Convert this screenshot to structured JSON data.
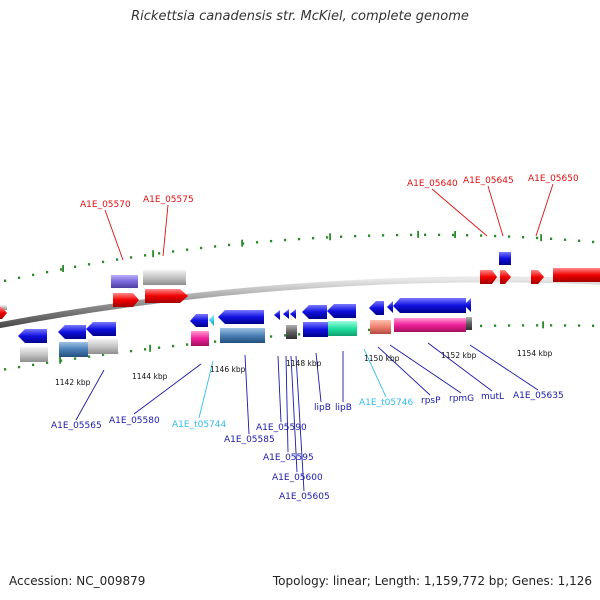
{
  "title": "Rickettsia canadensis str. McKiel, complete genome",
  "footer": {
    "accession": "Accession: NC_009879",
    "stats": "Topology: linear; Length: 1,159,772 bp; Genes: 1,126"
  },
  "colors": {
    "top_label": "#dd1111",
    "bottom_label": "#1a1aa8",
    "rna_label": "#33bbee",
    "backbone": "#8a8a8a",
    "ticks": "#2a8a2a"
  },
  "scale": {
    "labels": [
      {
        "kbp": 1142,
        "text": "1142 kbp"
      },
      {
        "kbp": 1144,
        "text": "1144 kbp"
      },
      {
        "kbp": 1146,
        "text": "1146 kbp"
      },
      {
        "kbp": 1148,
        "text": "1148 kbp"
      },
      {
        "kbp": 1150,
        "text": "1150 kbp"
      },
      {
        "kbp": 1152,
        "text": "1152 kbp"
      },
      {
        "kbp": 1154,
        "text": "1154 kbp"
      }
    ]
  },
  "top_labels": [
    {
      "text": "A1E_05570",
      "kind": "cds"
    },
    {
      "text": "A1E_05575",
      "kind": "cds"
    },
    {
      "text": "A1E_05640",
      "kind": "cds"
    },
    {
      "text": "A1E_05645",
      "kind": "cds"
    },
    {
      "text": "A1E_05650",
      "kind": "cds"
    }
  ],
  "bottom_labels": [
    {
      "text": "A1E_05565",
      "kind": "cds"
    },
    {
      "text": "A1E_05580",
      "kind": "cds"
    },
    {
      "text": "A1E_t05744",
      "kind": "trna"
    },
    {
      "text": "A1E_05585",
      "kind": "cds"
    },
    {
      "text": "A1E_05590",
      "kind": "cds"
    },
    {
      "text": "A1E_05595",
      "kind": "cds"
    },
    {
      "text": "A1E_05600",
      "kind": "cds"
    },
    {
      "text": "A1E_05605",
      "kind": "cds"
    },
    {
      "text": "lipB",
      "kind": "cds"
    },
    {
      "text": "lipB",
      "kind": "cds"
    },
    {
      "text": "A1E_t05746",
      "kind": "trna"
    },
    {
      "text": "rpsP",
      "kind": "cds"
    },
    {
      "text": "rpmG",
      "kind": "cds"
    },
    {
      "text": "mutL",
      "kind": "cds"
    },
    {
      "text": "A1E_05635",
      "kind": "cds"
    }
  ]
}
